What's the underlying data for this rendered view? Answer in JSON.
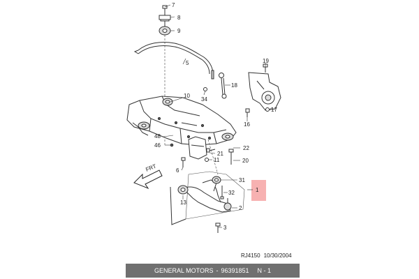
{
  "diagram": {
    "callouts": [
      "7",
      "8",
      "9",
      "5",
      "19",
      "18",
      "34",
      "10",
      "17",
      "16",
      "48",
      "46",
      "22",
      "21",
      "11",
      "20",
      "6",
      "31",
      "1",
      "13",
      "32",
      "2",
      "3"
    ],
    "direction_label": "FRT",
    "highlight_color": "#f7b1b1",
    "line_color": "#333333"
  },
  "reference": {
    "code": "RJ4150",
    "date": "10/30/2004"
  },
  "footer": {
    "maker": "GENERAL MOTORS",
    "dash": "-",
    "part_number": "96391851",
    "suffix": "N - 1"
  }
}
